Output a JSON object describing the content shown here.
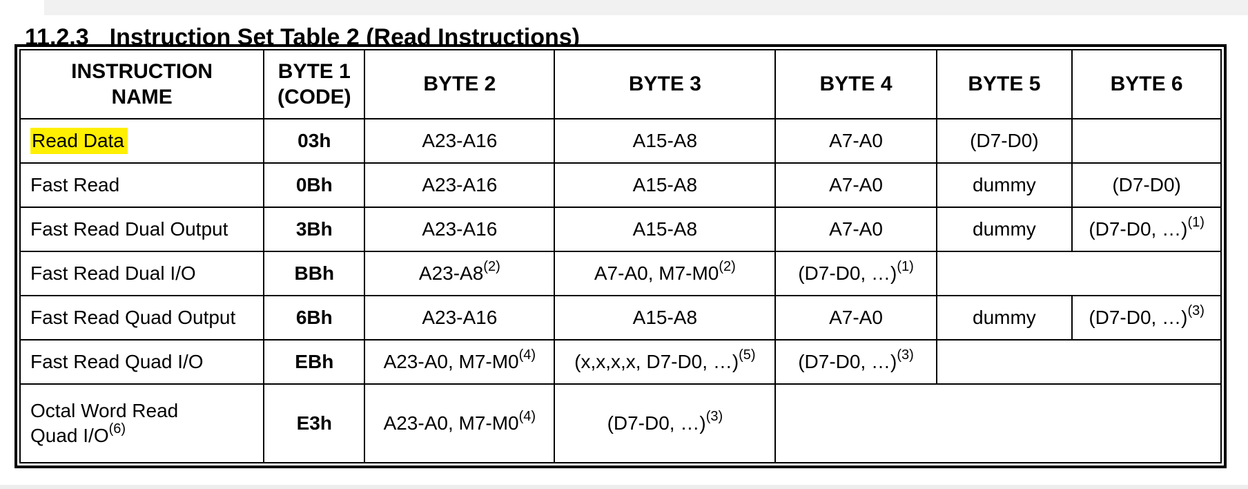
{
  "section": {
    "number": "11.2.3",
    "title": "Instruction Set Table 2 (Read Instructions)"
  },
  "colors": {
    "highlight": "#ffef00",
    "border": "#000000",
    "background": "#ffffff"
  },
  "table": {
    "headers": [
      {
        "line1": "INSTRUCTION",
        "line2": "NAME"
      },
      {
        "line1": "BYTE 1",
        "line2": "(CODE)"
      },
      {
        "line1": "BYTE 2"
      },
      {
        "line1": "BYTE 3"
      },
      {
        "line1": "BYTE 4"
      },
      {
        "line1": "BYTE 5"
      },
      {
        "line1": "BYTE 6"
      }
    ],
    "rows": [
      {
        "name": {
          "text": "Read Data",
          "highlighted": true
        },
        "code": "03h",
        "byte2": {
          "text": "A23-A16"
        },
        "byte3": {
          "text": "A15-A8"
        },
        "byte4": {
          "text": "A7-A0"
        },
        "byte5": {
          "text": "(D7-D0)"
        },
        "byte6": {
          "text": ""
        }
      },
      {
        "name": {
          "text": "Fast Read"
        },
        "code": "0Bh",
        "byte2": {
          "text": "A23-A16"
        },
        "byte3": {
          "text": "A15-A8"
        },
        "byte4": {
          "text": "A7-A0"
        },
        "byte5": {
          "text": "dummy"
        },
        "byte6": {
          "text": "(D7-D0)"
        }
      },
      {
        "name": {
          "text": "Fast Read Dual Output"
        },
        "code": "3Bh",
        "byte2": {
          "text": "A23-A16"
        },
        "byte3": {
          "text": "A15-A8"
        },
        "byte4": {
          "text": "A7-A0"
        },
        "byte5": {
          "text": "dummy"
        },
        "byte6": {
          "text": "(D7-D0, …)",
          "sup": "(1)"
        }
      },
      {
        "name": {
          "text": "Fast Read Dual I/O"
        },
        "code": "BBh",
        "byte2": {
          "text": "A23-A8",
          "sup": "(2)"
        },
        "byte3": {
          "text": "A7-A0, M7-M0",
          "sup": "(2)"
        },
        "byte4": {
          "text": "(D7-D0, …)",
          "sup": "(1)"
        },
        "byte5_6": {
          "text": ""
        }
      },
      {
        "name": {
          "text": "Fast Read Quad Output"
        },
        "code": "6Bh",
        "byte2": {
          "text": "A23-A16"
        },
        "byte3": {
          "text": "A15-A8"
        },
        "byte4": {
          "text": "A7-A0"
        },
        "byte5": {
          "text": "dummy"
        },
        "byte6": {
          "text": "(D7-D0, …)",
          "sup": "(3)"
        }
      },
      {
        "name": {
          "text": "Fast Read Quad I/O"
        },
        "code": "EBh",
        "byte2": {
          "text": "A23-A0, M7-M0",
          "sup": "(4)"
        },
        "byte3": {
          "text": "(x,x,x,x, D7-D0, …)",
          "sup": "(5)"
        },
        "byte4": {
          "text": "(D7-D0, …)",
          "sup": "(3)"
        },
        "byte5_6": {
          "text": ""
        }
      },
      {
        "name": {
          "line1": "Octal Word Read",
          "line2": "Quad I/O",
          "line2_sup": "(6)"
        },
        "code": "E3h",
        "byte2": {
          "text": "A23-A0, M7-M0",
          "sup": "(4)"
        },
        "byte3": {
          "text": "(D7-D0, …)",
          "sup": "(3)"
        },
        "byte4_6": {
          "text": ""
        }
      }
    ]
  }
}
